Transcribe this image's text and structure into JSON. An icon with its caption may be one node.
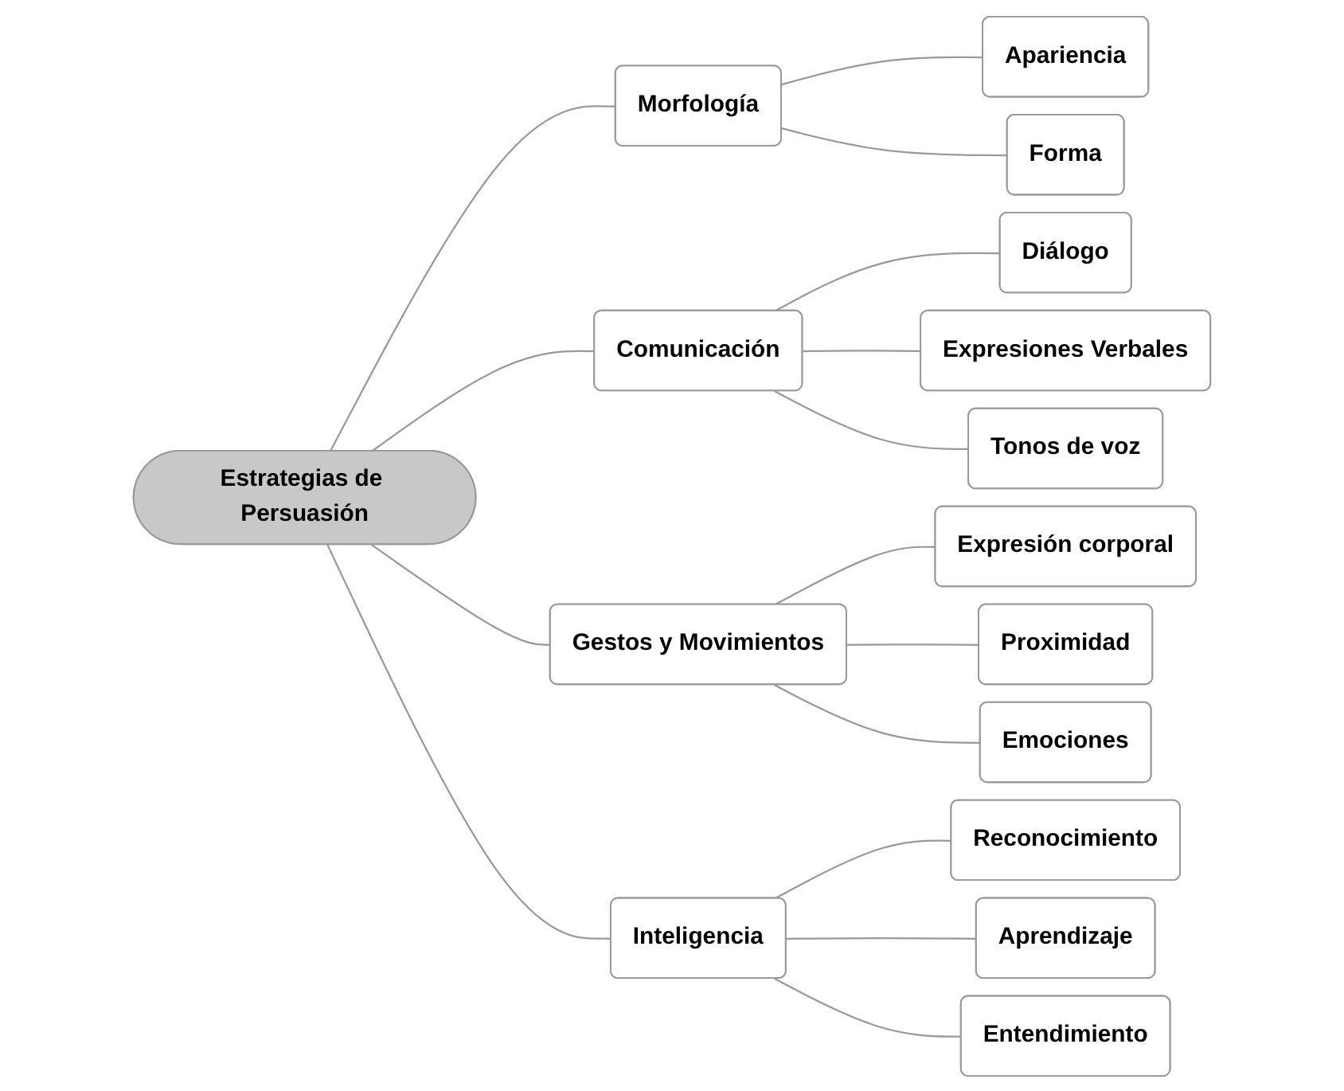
{
  "diagram": {
    "nodes": [
      {
        "text": [
          "Estrategias de Persuasión"
        ]
      },
      {
        "text": [
          "Morfología"
        ]
      },
      {
        "text": [
          "Apariencia"
        ]
      },
      {
        "text": [
          "Forma"
        ]
      },
      {
        "text": [
          "Comunicación"
        ]
      },
      {
        "text": [
          "Diálogo"
        ]
      },
      {
        "text": [
          "Expresiones Verbales"
        ]
      },
      {
        "text": [
          "Tonos de voz"
        ]
      },
      {
        "text": [
          "Gestos y Movimientos"
        ]
      },
      {
        "text": [
          "Expresión corporal"
        ]
      },
      {
        "text": [
          "Proximidad"
        ]
      },
      {
        "text": [
          "Emociones"
        ]
      },
      {
        "text": [
          "Inteligencia"
        ]
      },
      {
        "text": [
          "Reconocimiento"
        ]
      },
      {
        "text": [
          "Aprendizaje"
        ]
      },
      {
        "text": [
          "Entendimiento"
        ]
      }
    ],
    "edges": [
      {
        "from": 0,
        "to": 1,
        "arrow": "none"
      },
      {
        "from": 1,
        "to": 2,
        "arrow": "none"
      },
      {
        "from": 1,
        "to": 3,
        "arrow": "none"
      },
      {
        "from": 0,
        "to": 4,
        "arrow": "none"
      },
      {
        "from": 4,
        "to": 5,
        "arrow": "none"
      },
      {
        "from": 4,
        "to": 6,
        "arrow": "none"
      },
      {
        "from": 4,
        "to": 7,
        "arrow": "none"
      },
      {
        "from": 0,
        "to": 8,
        "arrow": "none"
      },
      {
        "from": 8,
        "to": 9,
        "arrow": "none"
      },
      {
        "from": 8,
        "to": 10,
        "arrow": "none"
      },
      {
        "from": 8,
        "to": 11,
        "arrow": "none"
      },
      {
        "from": 0,
        "to": 12,
        "arrow": "none"
      },
      {
        "from": 12,
        "to": 13,
        "arrow": "none"
      },
      {
        "from": 12,
        "to": 14,
        "arrow": "none"
      },
      {
        "from": 12,
        "to": 15,
        "arrow": "none"
      }
    ]
  }
}
